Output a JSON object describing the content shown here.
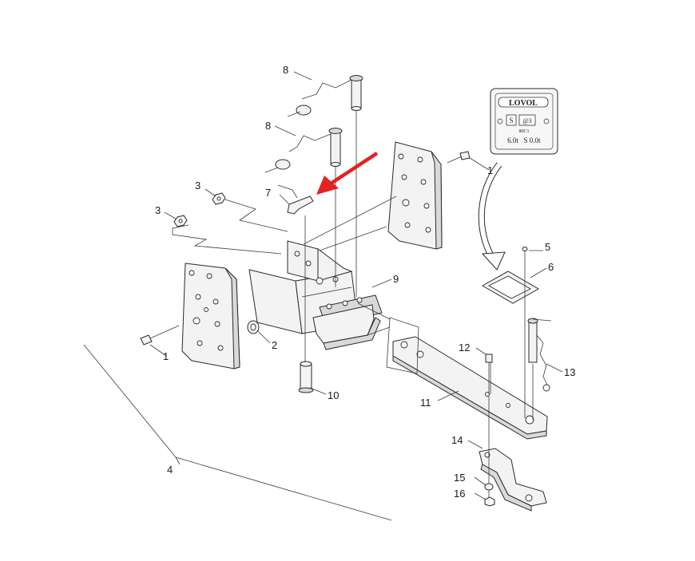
{
  "callouts": {
    "c1a": "1",
    "c1b": "1",
    "c2": "2",
    "c3a": "3",
    "c3b": "3",
    "c4": "4",
    "c5": "5",
    "c6": "6",
    "c7": "7",
    "c8a": "8",
    "c8b": "8",
    "c9": "9",
    "c10": "10",
    "c11": "11",
    "c12": "12",
    "c13": "13",
    "c14": "14",
    "c15": "15",
    "c16": "16"
  },
  "plate": {
    "brand": "LOVOL",
    "box_left": "S",
    "box_right": "@3",
    "code": "80C1",
    "rating_left": "6.0t",
    "rating_right": "S 0.0t"
  },
  "colors": {
    "arrow": "#e32222",
    "line": "#2a2a2a"
  }
}
